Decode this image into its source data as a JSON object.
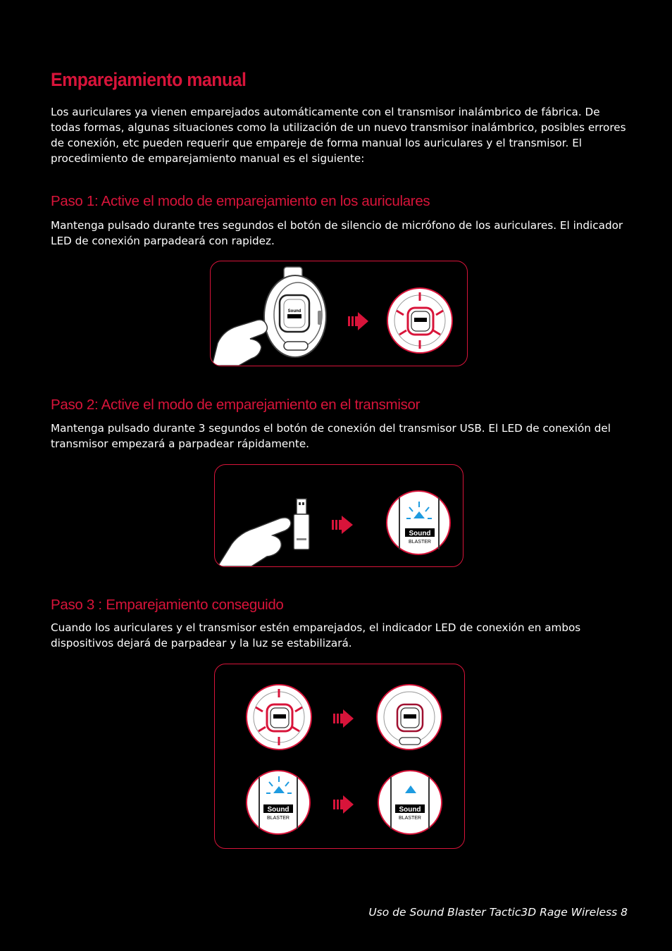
{
  "page": {
    "title": "Emparejamiento manual",
    "intro": "Los auriculares ya vienen emparejados automáticamente con el transmisor inalámbrico de fábrica. De todas formas, algunas situaciones como la utilización de un nuevo transmisor inalámbrico, posibles errores de conexión, etc pueden requerir que empareje de forma manual los auriculares y el transmisor. El procedimiento de emparejamiento manual es el siguiente:"
  },
  "steps": [
    {
      "heading": "Paso 1: Active el modo de emparejamiento en los auriculares",
      "text": "Mantenga pulsado durante tres segundos el botón de silencio de micrófono de los auriculares. El indicador LED de conexión parpadeará con rapidez."
    },
    {
      "heading": "Paso 2: Active el modo de emparejamiento en el transmisor",
      "text": "Mantenga pulsado durante 3 segundos el botón de conexión del transmisor USB. El LED de conexión del transmisor empezará a parpadear rápidamente."
    },
    {
      "heading": "Paso 3 : Emparejamiento conseguido",
      "text": "Cuando los auriculares y el transmisor estén emparejados, el indicador LED de conexión en ambos dispositivos dejará de parpadear y la luz se estabilizará."
    }
  ],
  "logo": {
    "line1": "Sound",
    "line2": "BLASTER"
  },
  "colors": {
    "accent": "#d8143a",
    "led_blue": "#1e9be0",
    "background": "#000000"
  },
  "footer": {
    "text": "Uso de Sound Blaster Tactic3D Rage Wireless 8"
  }
}
